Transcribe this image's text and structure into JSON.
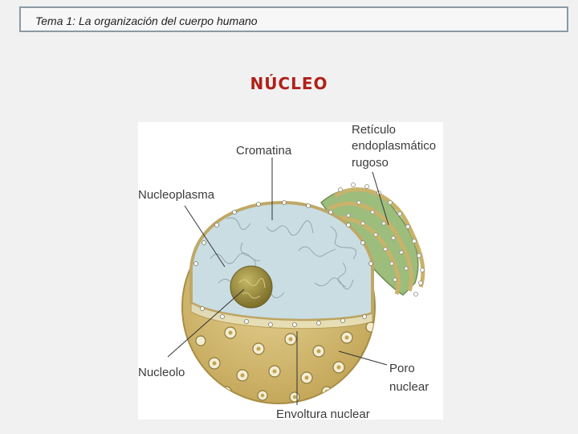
{
  "header": {
    "title": "Tema 1: La organización del cuerpo humano"
  },
  "slide": {
    "title": "NÚCLEO"
  },
  "diagram": {
    "labels": {
      "reticulo_line1": "Retículo",
      "reticulo_line2": "endoplasmático",
      "reticulo_line3": "rugoso",
      "cromatina": "Cromatina",
      "nucleoplasma": "Nucleoplasma",
      "nucleolo": "Nucleolo",
      "poro_line1": "Poro",
      "poro_line2": "nuclear",
      "envoltura": "Envoltura nuclear"
    },
    "colors": {
      "envelope": "#d8c07c",
      "envelope_dark": "#c9ad60",
      "nucleoplasm": "#c9dde3",
      "nucleolus": "#9a8b3a",
      "reticulum": "#8fb070",
      "title_red": "#b0201a"
    }
  }
}
